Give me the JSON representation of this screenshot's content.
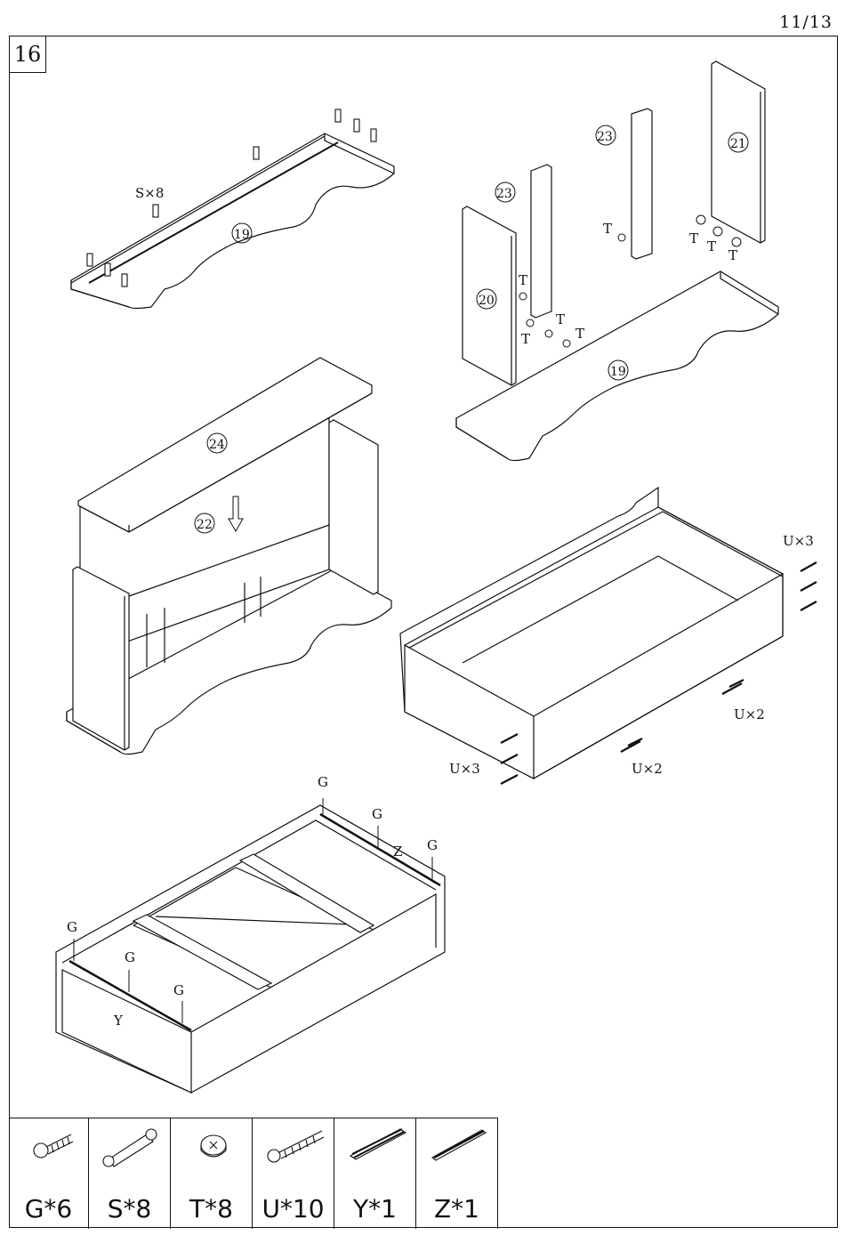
{
  "page_number": "11/13",
  "step_number": "16",
  "labels": {
    "s_qty": "S×8",
    "u_qty_right": "U×3",
    "u_qty_front": "U×2",
    "u_qty_mid": "U×2",
    "u_qty_left": "U×3",
    "panel_19a": "19",
    "panel_19b": "19",
    "panel_20": "20",
    "panel_21": "21",
    "panel_23a": "23",
    "panel_23b": "23",
    "panel_22": "22",
    "panel_24": "24",
    "t1": "T",
    "t2": "T",
    "t3": "T",
    "t4": "T",
    "t5": "T",
    "t6": "T",
    "t7": "T",
    "t8": "T",
    "g1": "G",
    "g2": "G",
    "g3": "G",
    "g4": "G",
    "g5": "G",
    "g6": "G",
    "rail_y": "Y",
    "rail_z": "Z"
  },
  "parts": [
    {
      "icon": "screw-icon",
      "label": "G*6"
    },
    {
      "icon": "dowel-icon",
      "label": "S*8"
    },
    {
      "icon": "cam-lock-icon",
      "label": "T*8"
    },
    {
      "icon": "long-screw-icon",
      "label": "U*10"
    },
    {
      "icon": "rail-y-icon",
      "label": "Y*1"
    },
    {
      "icon": "rail-z-icon",
      "label": "Z*1"
    }
  ]
}
